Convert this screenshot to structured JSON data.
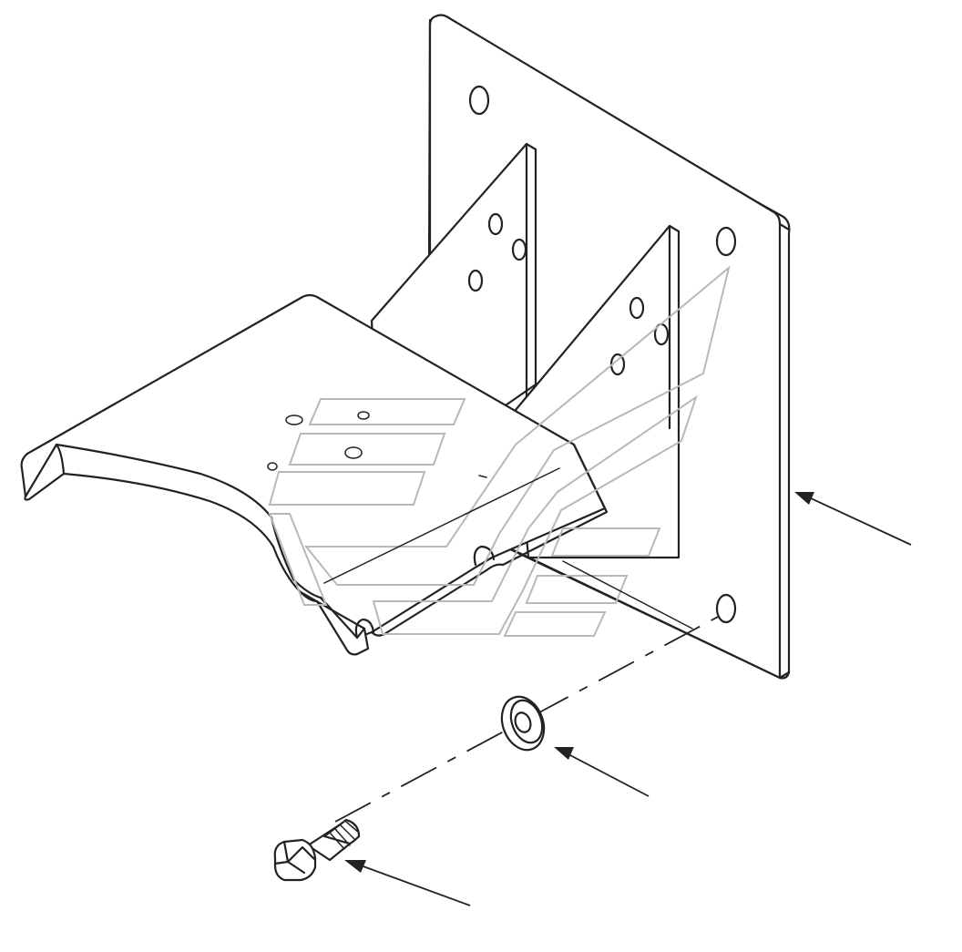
{
  "diagram": {
    "type": "exploded-assembly-view",
    "parts": [
      {
        "id": "mounting-plate",
        "label": ""
      },
      {
        "id": "bracket-shield",
        "label": ""
      },
      {
        "id": "washer",
        "label": ""
      },
      {
        "id": "hex-bolt",
        "label": ""
      }
    ],
    "callout_arrows": 3,
    "watermark": "logo",
    "colors": {
      "line": "#222222",
      "background": "#ffffff",
      "watermark": "#b8b8b8"
    }
  }
}
